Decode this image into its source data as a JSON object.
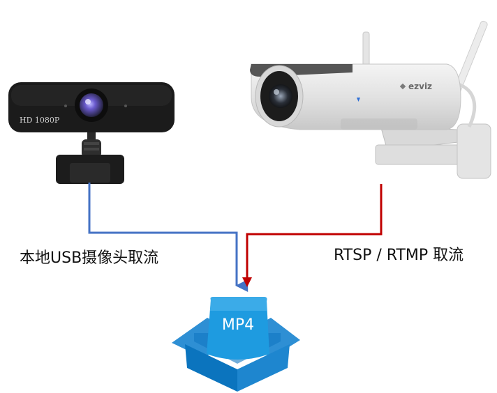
{
  "webcam": {
    "badge": "HD 1080P"
  },
  "ipcam": {
    "brand": "ezviz"
  },
  "labels": {
    "usb": "本地USB摄像头取流",
    "rtsp": "RTSP / RTMP 取流"
  },
  "box": {
    "label": "MP4"
  },
  "colors": {
    "usb_line": "#4472C4",
    "rtsp_line": "#C00000",
    "box_main": "#1E9BE0",
    "box_dark": "#0B74BE",
    "box_light": "#53B8EE"
  }
}
